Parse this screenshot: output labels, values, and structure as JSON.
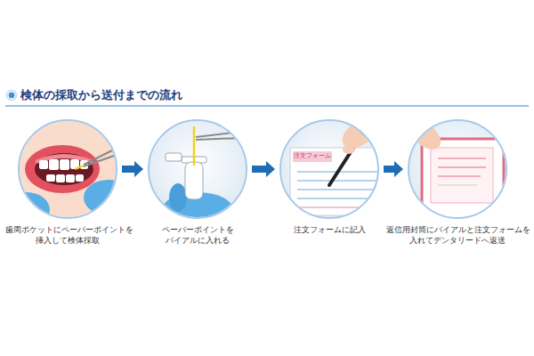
{
  "diagram": {
    "title": "検体の採取から送付までの流れ",
    "nodes": [
      {
        "text": [
          "歯周ポケットにペーパーポイントを 挿入して検体採取"
        ]
      },
      {
        "text": [
          "ペーパーポイントを バイアルに入れる"
        ]
      },
      {
        "text": [
          "注文フォームに記入"
        ]
      },
      {
        "text": [
          "返信用封筒にバイアルと注文フォームを 入れてデンタリードへ返送"
        ]
      }
    ],
    "edges": [
      {
        "from": 0,
        "to": 1,
        "arrow": "to"
      },
      {
        "from": 1,
        "to": 2,
        "arrow": "to"
      },
      {
        "from": 2,
        "to": 3,
        "arrow": "to"
      }
    ],
    "labels": [
      "注文フォーム"
    ]
  }
}
